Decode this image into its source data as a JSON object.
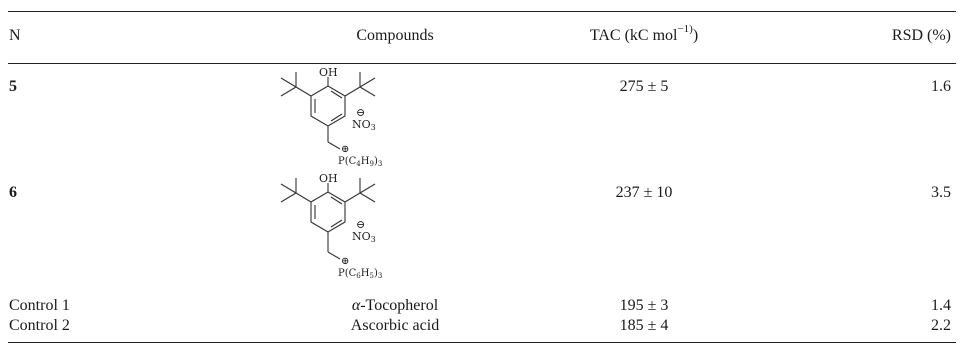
{
  "table": {
    "headers": {
      "n": "N",
      "compounds": "Compounds",
      "tac_prefix": "TAC (kC mol",
      "tac_sup": "−1)",
      "tac_suffix": ")",
      "rsd": "RSD (%)"
    },
    "rows": [
      {
        "n": "5",
        "compound": "",
        "tac": "275 ± 5",
        "rsd": "1.6",
        "structure": {
          "oh": "OH",
          "anion_charge": "⊖",
          "anion": "NO",
          "anion_sub": "3",
          "cation_charge": "⊕",
          "cation": "P(C",
          "cation_sub1": "4",
          "cation_mid": "H",
          "cation_sub2": "9",
          "cation_end": ")",
          "cation_sub3": "3"
        }
      },
      {
        "n": "6",
        "compound": "",
        "tac": "237 ± 10",
        "rsd": "3.5",
        "structure": {
          "oh": "OH",
          "anion_charge": "⊖",
          "anion": "NO",
          "anion_sub": "3",
          "cation_charge": "⊕",
          "cation": "P(C",
          "cation_sub1": "6",
          "cation_mid": "H",
          "cation_sub2": "5",
          "cation_end": ")",
          "cation_sub3": "3"
        }
      },
      {
        "n": "Control 1",
        "compound_greek": "α",
        "compound": "-Tocopherol",
        "tac": "195 ± 3",
        "rsd": "1.4"
      },
      {
        "n": "Control 2",
        "compound": "Ascorbic acid",
        "tac": "185 ± 4",
        "rsd": "2.2"
      }
    ]
  }
}
